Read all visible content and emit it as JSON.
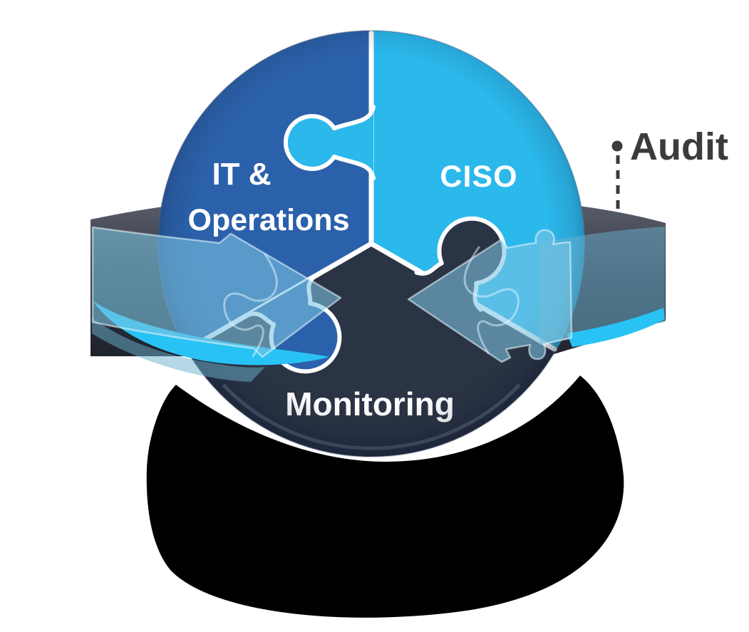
{
  "diagram": {
    "type": "puzzle-cycle",
    "background": "#ffffff",
    "segments": [
      {
        "id": "it-operations",
        "label_line1": "IT &",
        "label_line2": "Operations",
        "color": "#2b61aa"
      },
      {
        "id": "ciso",
        "label": "CISO",
        "color": "#2bb8eb"
      },
      {
        "id": "monitoring",
        "label": "Monitoring",
        "color": "#2b3444"
      }
    ],
    "label_text_color": "#ffffff",
    "callout": {
      "label": "Audit",
      "color": "#3b3b3b"
    },
    "ribbon": {
      "front_color": "rgba(108,178,208,0.5)",
      "arrow_color": "rgba(124,196,226,0.58)",
      "inner_color": "#29c2f4",
      "back_color": "#3f4450"
    },
    "shadow_color": "#000000"
  }
}
